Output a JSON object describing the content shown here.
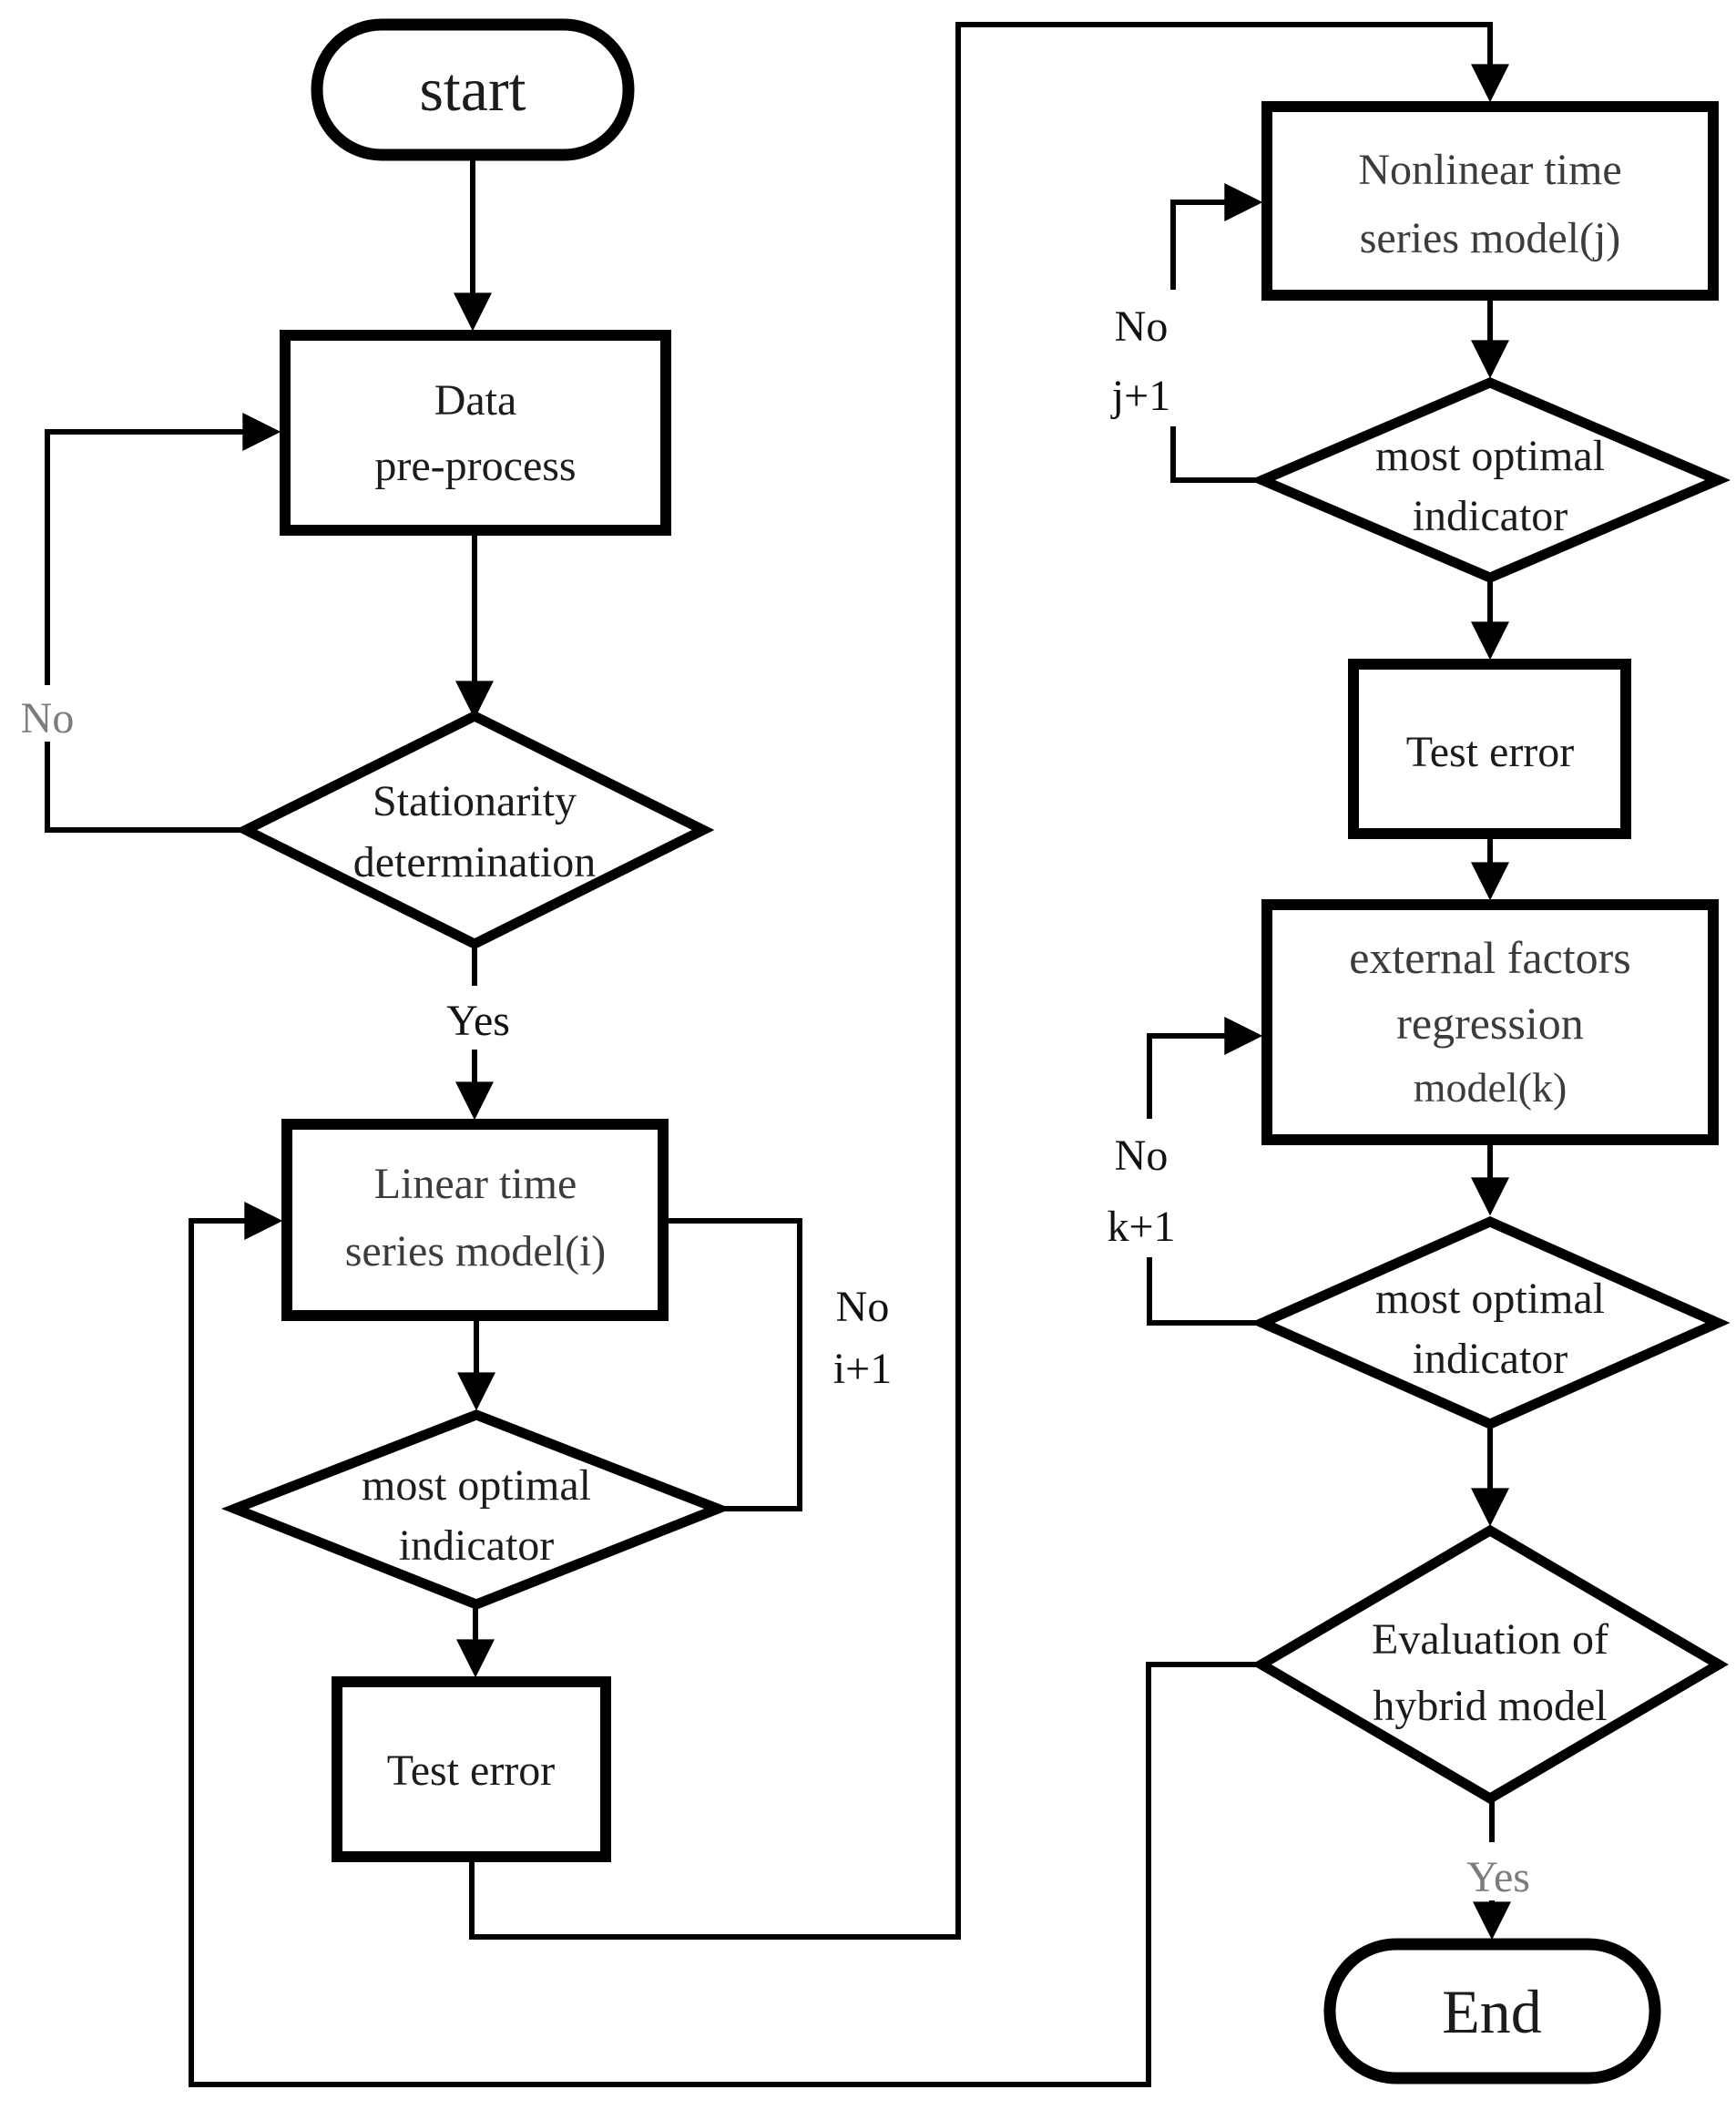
{
  "figure": {
    "type": "flowchart",
    "bg": "#ffffff"
  },
  "colors": {
    "bg": "#ffffff",
    "line": "#000000",
    "node_text": "#1c1c1c",
    "soft_text": "#3c3c3c",
    "label_text": "#111111",
    "gray_label": "#7c7c7c"
  },
  "nodes": {
    "start": {
      "type": "terminator",
      "label": "start"
    },
    "data_preprocess": {
      "type": "process",
      "lines": [
        "Data",
        "pre-process"
      ]
    },
    "stationarity": {
      "type": "decision",
      "lines": [
        "Stationarity",
        "determination"
      ]
    },
    "linear_model": {
      "type": "process",
      "lines": [
        "Linear time",
        "series model(i)"
      ]
    },
    "optimal_indicator_i": {
      "type": "decision",
      "lines": [
        "most optimal",
        "indicator"
      ]
    },
    "test_error_i": {
      "type": "process",
      "label": "Test error"
    },
    "nonlinear_model": {
      "type": "process",
      "lines": [
        "Nonlinear time",
        "series model(j)"
      ]
    },
    "optimal_indicator_j": {
      "type": "decision",
      "lines": [
        "most optimal",
        "indicator"
      ]
    },
    "test_error_j": {
      "type": "process",
      "label": "Test error"
    },
    "external_regression": {
      "type": "process",
      "lines": [
        "external factors",
        "regression",
        "model(k)"
      ]
    },
    "optimal_indicator_k": {
      "type": "decision",
      "lines": [
        "most optimal",
        "indicator"
      ]
    },
    "hybrid_evaluation": {
      "type": "decision",
      "lines": [
        "Evaluation of",
        "hybrid model"
      ]
    },
    "end": {
      "type": "terminator",
      "label": "End"
    }
  },
  "edge_labels": {
    "stationarity_no": "No",
    "stationarity_yes": "Yes",
    "i_no": {
      "line1": "No",
      "line2": "i+1"
    },
    "j_no": {
      "line1": "No",
      "line2": "j+1"
    },
    "k_no": {
      "line1": "No",
      "line2": "k+1"
    },
    "evaluation_yes": "Yes"
  }
}
